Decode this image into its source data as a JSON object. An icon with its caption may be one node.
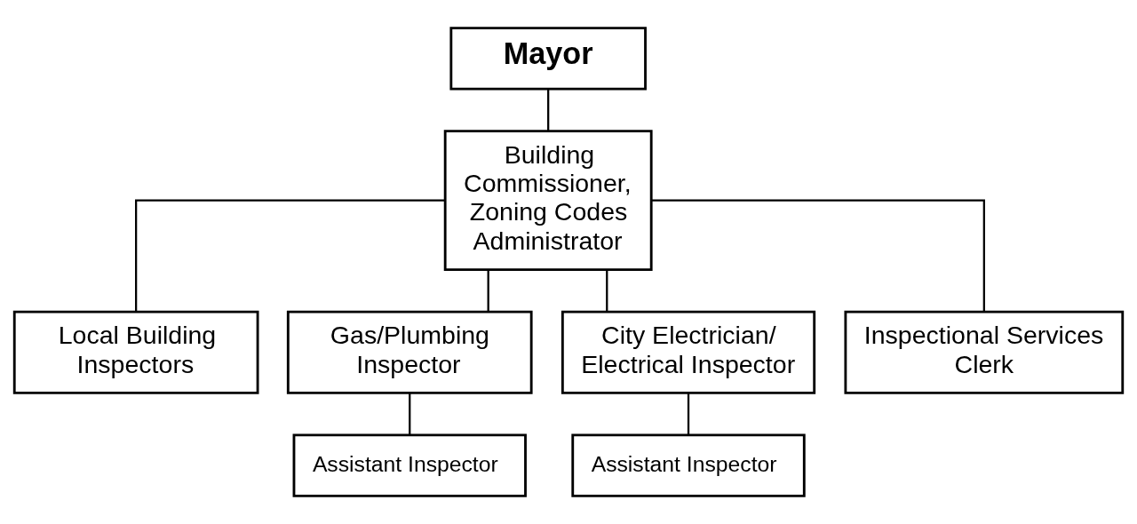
{
  "diagram": {
    "nodes": [
      {
        "text": [
          "Mayor"
        ]
      },
      {
        "text": [
          "Building Commissioner, Zoning Codes Administrator"
        ]
      },
      {
        "text": [
          "Local Building Inspectors"
        ]
      },
      {
        "text": [
          "Gas/Plumbing Inspector"
        ]
      },
      {
        "text": [
          "City Electrician/ Electrical Inspector"
        ]
      },
      {
        "text": [
          "Inspectional Services Clerk"
        ]
      },
      {
        "text": [
          "Assistant Inspector"
        ]
      },
      {
        "text": [
          "Assistant Inspector"
        ]
      }
    ],
    "edges": [
      {
        "from": 0,
        "to": 1,
        "arrow": "none"
      },
      {
        "from": 1,
        "to": 2,
        "arrow": "none"
      },
      {
        "from": 1,
        "to": 3,
        "arrow": "none"
      },
      {
        "from": 1,
        "to": 4,
        "arrow": "none"
      },
      {
        "from": 1,
        "to": 5,
        "arrow": "none"
      },
      {
        "from": 3,
        "to": 6,
        "arrow": "none"
      },
      {
        "from": 4,
        "to": 7,
        "arrow": "none"
      }
    ]
  }
}
